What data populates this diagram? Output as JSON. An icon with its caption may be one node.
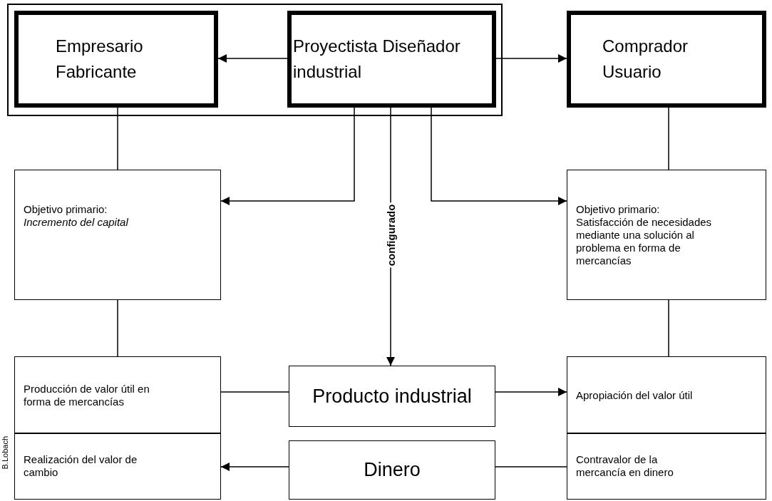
{
  "diagram": {
    "nodes": [
      {
        "text": [],
        "shape": "box"
      },
      {
        "text": [
          "Empresario Fabricante"
        ],
        "in": 0
      },
      {
        "text": [
          "Proyectista Diseñador industrial"
        ],
        "in": 0
      },
      {
        "text": [
          "Comprador Usuario"
        ]
      },
      {
        "text": [
          "Objetivo primario:",
          "*Incremento del capital*"
        ]
      },
      {
        "text": [
          "Objetivo primario:",
          "Satisfacción de necesidades mediante una solución al problema en forma de mercancías"
        ]
      },
      {
        "text": [
          "Producción de valor útil en forma de mercancías"
        ]
      },
      {
        "text": [
          "Realización del valor de cambio"
        ]
      },
      {
        "text": [
          "Producto industrial"
        ]
      },
      {
        "text": [
          "Dinero"
        ]
      },
      {
        "text": [
          "Apropiación del valor útil"
        ]
      },
      {
        "text": [
          "Contravalor de la mercancía en dinero"
        ]
      }
    ],
    "edges": [
      {
        "from": 2,
        "to": 1,
        "arrow": "to"
      },
      {
        "from": 2,
        "to": 3,
        "arrow": "to"
      },
      {
        "from": 1,
        "to": 4,
        "arrow": "none"
      },
      {
        "from": 3,
        "to": 5,
        "arrow": "none"
      },
      {
        "from": 2,
        "to": 4,
        "arrow": "to"
      },
      {
        "from": 2,
        "to": 8,
        "arrow": "to",
        "label": "configurado"
      },
      {
        "from": 2,
        "to": 5,
        "arrow": "to"
      },
      {
        "from": 4,
        "to": 6,
        "arrow": "none"
      },
      {
        "from": 5,
        "to": 10,
        "arrow": "none"
      },
      {
        "from": 6,
        "to": 8,
        "arrow": "none"
      },
      {
        "from": 8,
        "to": 10,
        "arrow": "to"
      },
      {
        "from": 9,
        "to": 7,
        "arrow": "to"
      },
      {
        "from": 11,
        "to": 9,
        "arrow": "none"
      }
    ],
    "labels": [
      "B.Lobach"
    ]
  }
}
